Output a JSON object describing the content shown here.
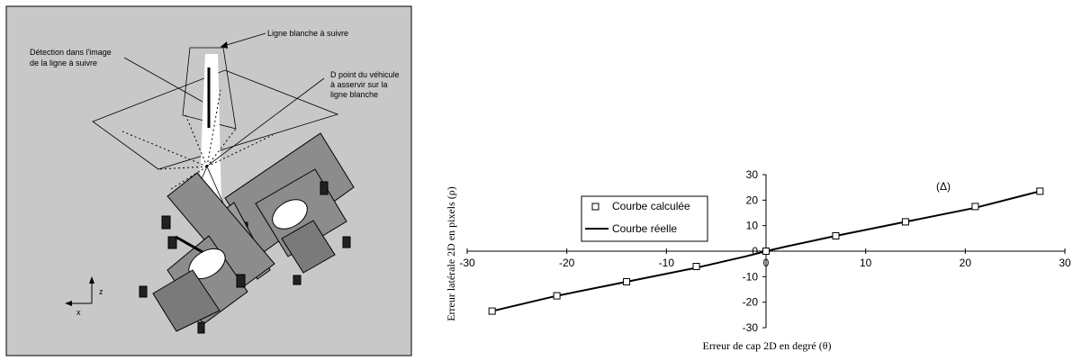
{
  "diagram": {
    "label_detection_line1": "Détection  dans  l'image",
    "label_detection_line2": "de la ligne à suivre",
    "label_white_line": "Ligne blanche à suivre",
    "label_point_line1": "D point du véhicule",
    "label_point_line2": "à asservir sur la",
    "label_point_line3": "ligne blanche",
    "axis_z": "z",
    "axis_x": "x",
    "colors": {
      "background": "#c8c8c8",
      "vehicle": "#8c8c8c",
      "vehicle_dark": "#6e6e6e",
      "white_line": "#ffffff"
    }
  },
  "chart_data": {
    "type": "line",
    "xlabel": "Erreur de cap 2D en degré (θ)",
    "ylabel": "Erreur latérale 2D en pixels (ρ)",
    "annotation": "(Δ)",
    "xlim": [
      -30,
      30
    ],
    "ylim": [
      -30,
      30
    ],
    "xticks": [
      -30,
      -20,
      -10,
      0,
      10,
      20,
      30
    ],
    "yticks": [
      -30,
      -20,
      -10,
      0,
      10,
      20,
      30
    ],
    "legend_position": "left",
    "series": [
      {
        "name": "Courbe calculée",
        "marker": "square",
        "x": [
          -27.5,
          -21,
          -14,
          -7,
          0,
          7,
          14,
          21,
          27.5
        ],
        "y": [
          -23.5,
          -17.5,
          -12,
          -6,
          0,
          6,
          11.5,
          17.5,
          23.5
        ]
      },
      {
        "name": "Courbe réelle",
        "marker": "line",
        "x": [
          -27.5,
          -21,
          -14,
          -7,
          -2,
          0,
          2,
          7,
          14,
          21,
          27.5
        ],
        "y": [
          -23.5,
          -17.5,
          -12,
          -6.5,
          -2,
          0,
          1.8,
          6,
          11.5,
          17,
          23.5
        ]
      }
    ]
  }
}
